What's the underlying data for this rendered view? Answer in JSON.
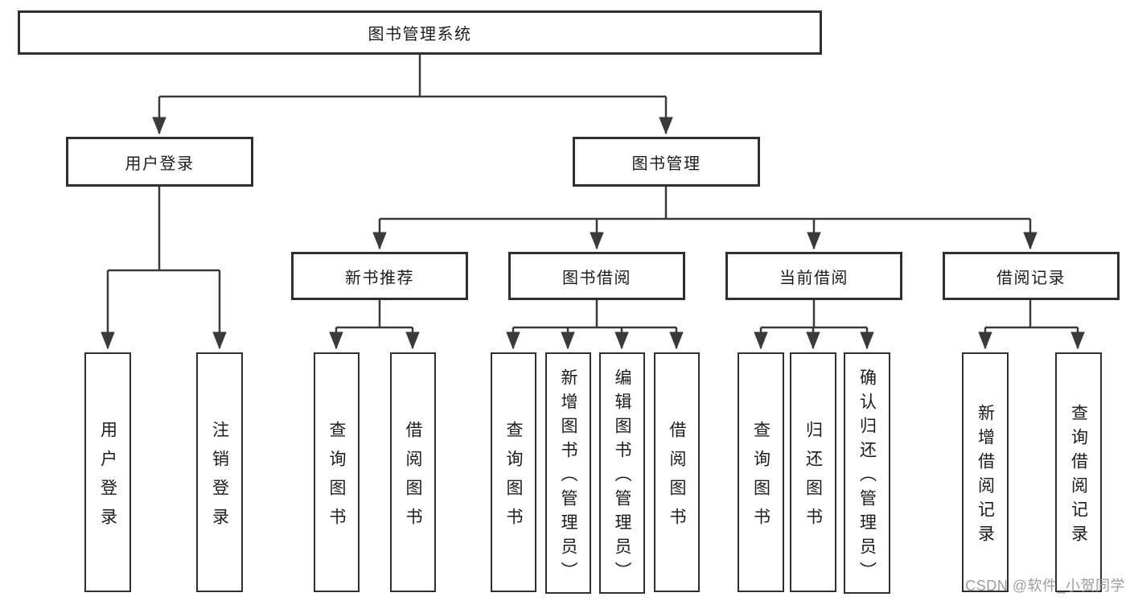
{
  "diagram": {
    "root_label": "图书管理系统",
    "level2": [
      {
        "label": "用户登录"
      },
      {
        "label": "图书管理"
      }
    ],
    "level3": [
      {
        "label": "新书推荐"
      },
      {
        "label": "图书借阅"
      },
      {
        "label": "当前借阅"
      },
      {
        "label": "借阅记录"
      }
    ],
    "leaves": {
      "user_login": [
        "用户登录",
        "注销登录"
      ],
      "new_book": [
        "查询图书",
        "借阅图书"
      ],
      "book_borrow": [
        "查询图书",
        "新增图书（管理员）",
        "编辑图书（管理员）",
        "借阅图书"
      ],
      "current_borrow": [
        "查询图书",
        "归还图书",
        "确认归还（管理员）"
      ],
      "borrow_record": [
        "新增借阅记录",
        "查询借阅记录"
      ]
    }
  },
  "watermark": {
    "text": "CSDN @软件_小贺同学"
  },
  "colors": {
    "line": "#3a3a3a",
    "border": "#2f2f2f",
    "text": "#1c1c1c",
    "bg": "#ffffff",
    "watermark": "#9c9c9c"
  }
}
